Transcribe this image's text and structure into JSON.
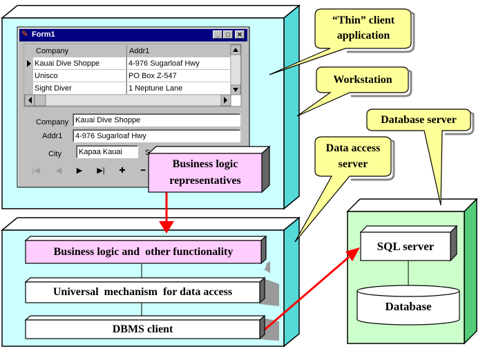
{
  "callouts": {
    "thin_client": "“Thin” client application",
    "workstation": "Workstation",
    "database_server": "Database server",
    "data_access_server": "Data access server"
  },
  "form": {
    "title": "Form1",
    "columns": [
      "Company",
      "Addr1"
    ],
    "rows": [
      {
        "company": "Kauai Dive Shoppe",
        "addr1": "4-976 Sugarloaf Hwy",
        "current": true
      },
      {
        "company": "Unisco",
        "addr1": "PO Box Z-547",
        "current": false
      },
      {
        "company": "Sight Diver",
        "addr1": "1 Neptune Lane",
        "current": false
      }
    ],
    "fields": {
      "company_label": "Company",
      "company_value": "Kauai Dive Shoppe",
      "addr1_label": "Addr1",
      "addr1_value": "4-976 Sugarloaf Hwy",
      "city_label": "City",
      "city_value": "Kapaa Kauai",
      "state_label_partial": "S"
    },
    "navigator": [
      "|◀",
      "◀",
      "▶",
      "▶|",
      "✚",
      "━"
    ]
  },
  "boxes": {
    "business_logic_representatives": "Business logic representatives",
    "business_logic": "Business logic and  other functionality",
    "universal_mechanism": "Universal  mechanism  for data access",
    "dbms_client": "DBMS client",
    "sql_server": "SQL server",
    "database": "Database"
  },
  "colors": {
    "cyan_panel": "#ccffff",
    "cyan_side": "#55d9d9",
    "green_panel": "#ccffcc",
    "green_side": "#55cc77",
    "pink_box": "#ffccff",
    "callout_yellow": "#ffff99",
    "arrow_red": "#ff0000"
  }
}
